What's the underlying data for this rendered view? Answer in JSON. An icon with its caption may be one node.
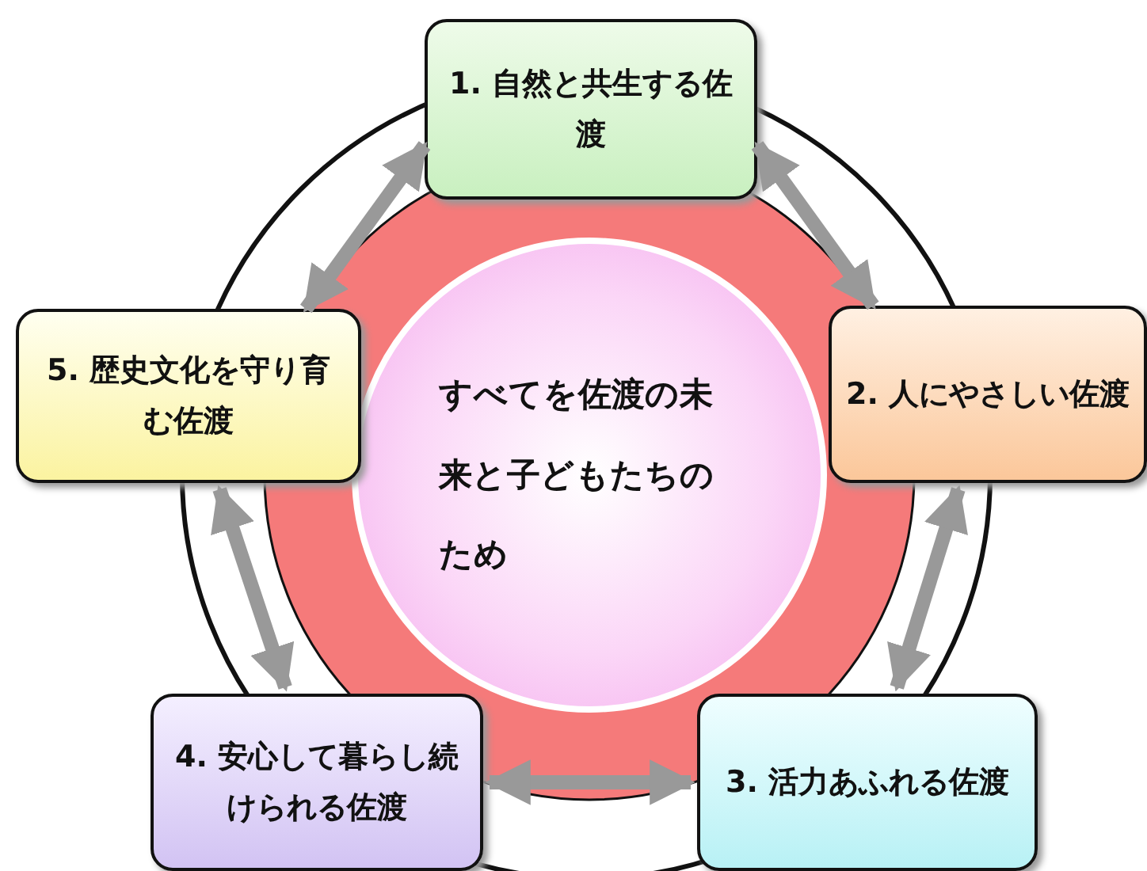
{
  "diagram": {
    "nodes": [
      {
        "text": [
          "すべてを佐渡の未来と子どもたちのため"
        ]
      },
      {
        "text": [
          "1. 自然と共生する佐渡"
        ]
      },
      {
        "text": [
          "2. 人にやさしい佐渡"
        ]
      },
      {
        "text": [
          "3. 活力あふれる佐渡"
        ]
      },
      {
        "text": [
          "4. 安心して暮らし続けられる佐渡"
        ]
      },
      {
        "text": [
          "5. 歴史文化を守り育む佐渡"
        ]
      }
    ],
    "edges": [
      {
        "from": 5,
        "to": 1,
        "arrow": "both"
      },
      {
        "from": 1,
        "to": 2,
        "arrow": "both"
      },
      {
        "from": 2,
        "to": 3,
        "arrow": "both"
      },
      {
        "from": 3,
        "to": 4,
        "arrow": "both"
      },
      {
        "from": 4,
        "to": 5,
        "arrow": "both"
      }
    ]
  }
}
